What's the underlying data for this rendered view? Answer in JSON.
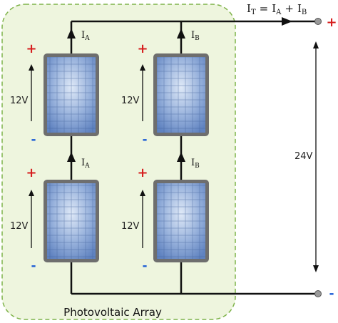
{
  "colors": {
    "wire": "#111111",
    "array_bg": "#eef5de",
    "array_border": "#7fb34a",
    "plus": "#d61f1f",
    "minus": "#1f5fd6",
    "panel_frame": "#6e6e6e",
    "cell_light": "#dfe9f7",
    "cell_dark": "#5f82c0",
    "terminal": "#9a9a9a"
  },
  "array_label": "Photovoltaic Array",
  "total_current": {
    "lhs_main": "I",
    "lhs_sub": "T",
    "eq": "=",
    "a_main": "I",
    "a_sub": "A",
    "plus_sign": "+",
    "b_main": "I",
    "b_sub": "B"
  },
  "output": {
    "voltage": "24V",
    "plus_sign": "+",
    "minus_sign": "-"
  },
  "string_a": {
    "top_current_main": "I",
    "top_current_sub": "A",
    "mid_current_main": "I",
    "mid_current_sub": "A",
    "top_panel": {
      "voltage": "12V",
      "plus_sign": "+",
      "minus_sign": "-"
    },
    "bottom_panel": {
      "voltage": "12V",
      "plus_sign": "+",
      "minus_sign": "-"
    }
  },
  "string_b": {
    "top_current_main": "I",
    "top_current_sub": "B",
    "mid_current_main": "I",
    "mid_current_sub": "B",
    "top_panel": {
      "voltage": "12V",
      "plus_sign": "+",
      "minus_sign": "-"
    },
    "bottom_panel": {
      "voltage": "12V",
      "plus_sign": "+",
      "minus_sign": "-"
    }
  }
}
